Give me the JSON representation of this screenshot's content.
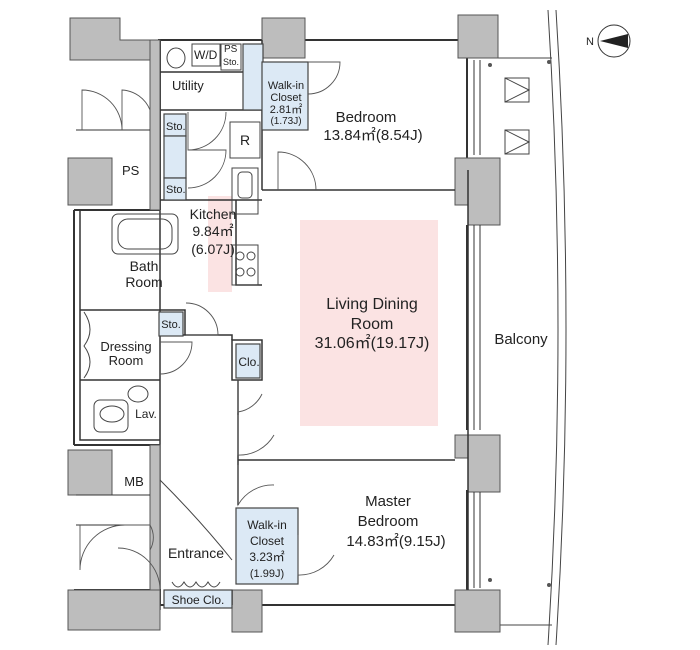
{
  "compass": {
    "label": "N"
  },
  "rooms": {
    "wd": "W/D",
    "ps_top": "PS",
    "sto_top": "Sto.",
    "utility": "Utility",
    "walk_in_closet_1": {
      "line1": "Walk-in",
      "line2": "Closet",
      "area": "2.81㎡",
      "jo": "(1.73J)"
    },
    "bedroom": {
      "name": "Bedroom",
      "area": "13.84㎡(8.54J)"
    },
    "sto_k1": "Sto.",
    "sto_k2": "Sto.",
    "fridge": "R",
    "ps_left": "PS",
    "kitchen": {
      "name": "Kitchen",
      "area": "9.84㎡",
      "jo": "(6.07J)"
    },
    "bath": {
      "line1": "Bath",
      "line2": "Room"
    },
    "living": {
      "line1": "Living Dining",
      "line2": "Room",
      "area": "31.06㎡(19.17J)"
    },
    "balcony": "Balcony",
    "sto_bath": "Sto.",
    "dressing": {
      "line1": "Dressing",
      "line2": "Room"
    },
    "clo": "Clo.",
    "lav": "Lav.",
    "mb": "MB",
    "master": {
      "line1": "Master",
      "line2": "Bedroom",
      "area": "14.83㎡(9.15J)"
    },
    "walk_in_closet_2": {
      "line1": "Walk-in",
      "line2": "Closet",
      "area": "3.23㎡",
      "jo": "(1.99J)"
    },
    "entrance": "Entrance",
    "shoe_clo": "Shoe Clo."
  }
}
